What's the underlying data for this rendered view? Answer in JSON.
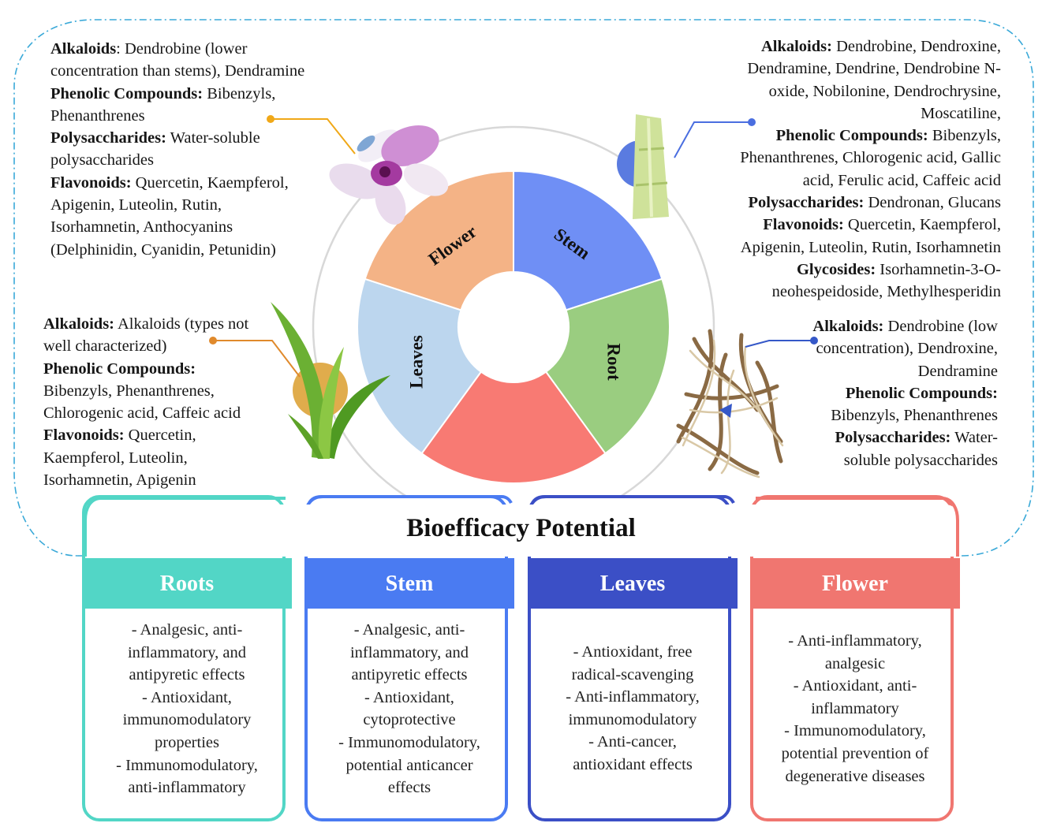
{
  "colors": {
    "roots": "#52d6c6",
    "stem": "#4a7bf2",
    "leaves": "#3b4fc6",
    "flower": "#f07670",
    "wheel_flower": "#f4b386",
    "wheel_stem": "#6f8ff5",
    "wheel_root": "#9acd80",
    "wheel_bottom": "#f87a73",
    "wheel_leaves": "#bcd6ee",
    "dashed_outline": "#3aa9d8"
  },
  "wheel": {
    "flower": "Flower",
    "stem": "Stem",
    "root": "Root",
    "leaves": "Leaves"
  },
  "compounds": {
    "flower": [
      [
        {
          "b": "Alkaloids",
          "t": ": Dendrobine (lower"
        }
      ],
      [
        {
          "t": "concentration than stems), Dendramine"
        }
      ],
      [
        {
          "b": "Phenolic Compounds:"
        },
        {
          "t": " Bibenzyls,"
        }
      ],
      [
        {
          "t": "Phenanthrenes"
        }
      ],
      [
        {
          "b": "Polysaccharides:"
        },
        {
          "t": " Water-soluble"
        }
      ],
      [
        {
          "t": "polysaccharides"
        }
      ],
      [
        {
          "b": "Flavonoids:"
        },
        {
          "t": " Quercetin, Kaempferol,"
        }
      ],
      [
        {
          "t": "Apigenin, Luteolin, Rutin,"
        }
      ],
      [
        {
          "t": "Isorhamnetin, Anthocyanins"
        }
      ],
      [
        {
          "t": "(Delphinidin, Cyanidin, Petunidin)"
        }
      ]
    ],
    "stem": [
      [
        {
          "b": "Alkaloids:"
        },
        {
          "t": " Dendrobine, Dendroxine,"
        }
      ],
      [
        {
          "t": "Dendramine, Dendrine, Dendrobine N-"
        }
      ],
      [
        {
          "t": "oxide, Nobilonine, Dendrochrysine,"
        }
      ],
      [
        {
          "t": "Moscatiline,"
        }
      ],
      [
        {
          "b": "Phenolic Compounds:"
        },
        {
          "t": " Bibenzyls,"
        }
      ],
      [
        {
          "t": "Phenanthrenes, Chlorogenic acid, Gallic"
        }
      ],
      [
        {
          "t": "acid, Ferulic acid, Caffeic acid"
        }
      ],
      [
        {
          "b": "Polysaccharides:"
        },
        {
          "t": " Dendronan, Glucans"
        }
      ],
      [
        {
          "b": "Flavonoids:"
        },
        {
          "t": " Quercetin, Kaempferol,"
        }
      ],
      [
        {
          "t": "Apigenin, Luteolin, Rutin, Isorhamnetin"
        }
      ],
      [
        {
          "b": "Glycosides:"
        },
        {
          "t": " Isorhamnetin-3-O-"
        }
      ],
      [
        {
          "t": "neohespeidoside, Methylhesperidin"
        }
      ]
    ],
    "leaves": [
      [
        {
          "b": "Alkaloids:"
        },
        {
          "t": " Alkaloids (types not"
        }
      ],
      [
        {
          "t": "well characterized)"
        }
      ],
      [
        {
          "b": "Phenolic Compounds:"
        }
      ],
      [
        {
          "t": "Bibenzyls, Phenanthrenes,"
        }
      ],
      [
        {
          "t": "Chlorogenic acid, Caffeic acid"
        }
      ],
      [
        {
          "b": "Flavonoids:"
        },
        {
          "t": " Quercetin,"
        }
      ],
      [
        {
          "t": "Kaempferol, Luteolin,"
        }
      ],
      [
        {
          "t": "Isorhamnetin, Apigenin"
        }
      ]
    ],
    "root": [
      [
        {
          "b": "Alkaloids:"
        },
        {
          "t": " Dendrobine (low"
        }
      ],
      [
        {
          "t": "concentration), Dendroxine,"
        }
      ],
      [
        {
          "t": "Dendramine"
        }
      ],
      [
        {
          "b": "Phenolic Compounds:"
        }
      ],
      [
        {
          "t": "Bibenzyls, Phenanthrenes"
        }
      ],
      [
        {
          "b": "Polysaccharides:"
        },
        {
          "t": " Water-"
        }
      ],
      [
        {
          "t": "soluble polysaccharides"
        }
      ]
    ]
  },
  "bioefficacy": {
    "title": "Bioefficacy Potential",
    "cards": [
      {
        "name": "Roots",
        "lines": [
          "- Analgesic, anti-",
          "inflammatory, and",
          "antipyretic effects",
          "- Antioxidant,",
          "immunomodulatory",
          "properties",
          "- Immunomodulatory,",
          "anti-inflammatory"
        ]
      },
      {
        "name": "Stem",
        "lines": [
          "- Analgesic, anti-",
          "inflammatory, and",
          "antipyretic effects",
          "- Antioxidant,",
          "cytoprotective",
          "- Immunomodulatory,",
          "potential anticancer",
          "effects"
        ]
      },
      {
        "name": "Leaves",
        "lines": [
          "- Antioxidant, free",
          "radical-scavenging",
          "- Anti-inflammatory,",
          "immunomodulatory",
          "- Anti-cancer,",
          "antioxidant effects"
        ]
      },
      {
        "name": "Flower",
        "lines": [
          "- Anti-inflammatory,",
          "analgesic",
          "- Antioxidant, anti-",
          "inflammatory",
          "- Immunomodulatory,",
          "potential prevention of",
          "degenerative diseases"
        ]
      }
    ]
  }
}
